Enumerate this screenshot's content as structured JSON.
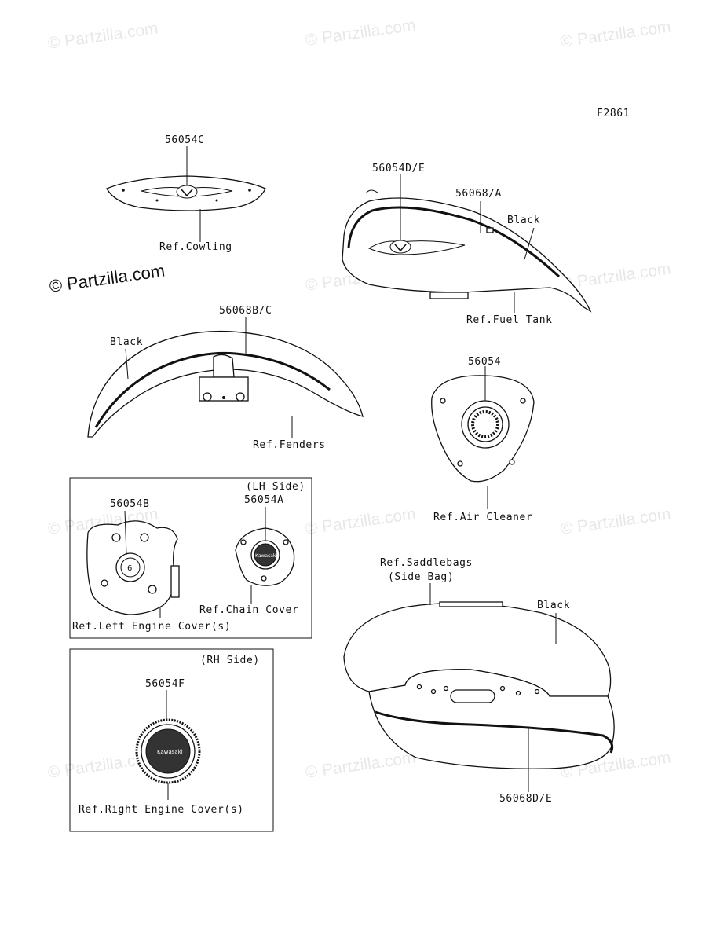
{
  "figure_code": "F2861",
  "watermark": "© Partzilla.com",
  "watermark_strong": "© Partzilla.com",
  "groups": {
    "lh_side": {
      "title": "(LH Side)"
    },
    "rh_side": {
      "title": "(RH Side)"
    }
  },
  "callouts": {
    "cowling_part": "56054C",
    "cowling_ref": "Ref.Cowling",
    "tank_part": "56054D/E",
    "tank_stripe_part": "56068/A",
    "tank_color": "Black",
    "tank_ref": "Ref.Fuel Tank",
    "fender_part": "56068B/C",
    "fender_color": "Black",
    "fender_ref": "Ref.Fenders",
    "air_part": "56054",
    "air_ref": "Ref.Air Cleaner",
    "left_cover_part": "56054B",
    "chain_part": "56054A",
    "chain_ref": "Ref.Chain Cover",
    "left_cover_ref": "Ref.Left Engine Cover(s)",
    "right_cover_part": "56054F",
    "right_cover_ref": "Ref.Right Engine Cover(s)",
    "saddle_ref": "Ref.Saddlebags",
    "saddle_sub": "(Side Bag)",
    "saddle_color": "Black",
    "saddle_part": "56068D/E"
  }
}
